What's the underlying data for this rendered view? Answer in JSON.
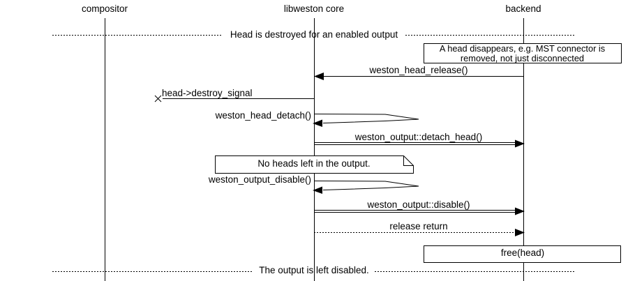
{
  "diagram": {
    "kind": "sequence-diagram",
    "colors": {
      "foreground": "#000000",
      "background": "#ffffff"
    },
    "entities": [
      {
        "label": "compositor"
      },
      {
        "label": "libweston core"
      },
      {
        "label": "backend"
      }
    ],
    "dividers": [
      {
        "label": "Head is destroyed for an enabled output"
      },
      {
        "label": "The output is left disabled."
      }
    ],
    "notes": [
      {
        "label": "A head disappears, e.g. MST connector is removed, not just disconnected",
        "shape": "box",
        "over": "backend"
      },
      {
        "label": "No heads left in the output.",
        "shape": "note",
        "over": "libweston core"
      },
      {
        "label": "free(head)",
        "shape": "box",
        "over": "backend"
      }
    ],
    "messages": [
      {
        "label": "weston_head_release()",
        "from": "backend",
        "to": "libweston core",
        "style": "solid-arrow"
      },
      {
        "label": "head->destroy_signal",
        "from": "libweston core",
        "to": "lost",
        "style": "lost-message"
      },
      {
        "label": "weston_head_detach()",
        "from": "libweston core",
        "to": "libweston core",
        "style": "self-call"
      },
      {
        "label": "weston_output::detach_head()",
        "from": "libweston core",
        "to": "backend",
        "style": "double-line-arrow"
      },
      {
        "label": "weston_output_disable()",
        "from": "libweston core",
        "to": "libweston core",
        "style": "self-call"
      },
      {
        "label": "weston_output::disable()",
        "from": "libweston core",
        "to": "backend",
        "style": "double-line-arrow"
      },
      {
        "label": "release return",
        "from": "libweston core",
        "to": "backend",
        "style": "dotted-arrow"
      }
    ]
  }
}
